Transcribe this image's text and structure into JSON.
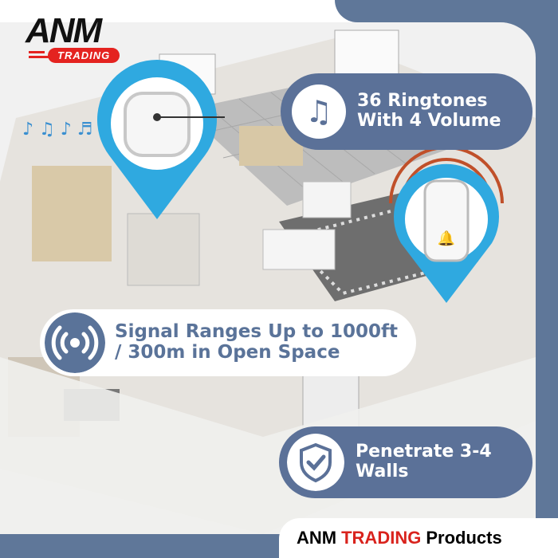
{
  "logo": {
    "brand": "ANM",
    "sub": "TRADING"
  },
  "features": [
    {
      "icon": "music-note-icon",
      "text_line1": "36 Ringtones",
      "text_line2": "With 4 Volume"
    },
    {
      "icon": "wireless-signal-icon",
      "text_line1": "Signal Ranges Up to 1000ft",
      "text_line2": "/ 300m in Open Space"
    },
    {
      "icon": "shield-check-icon",
      "text_line1": "Penetrate 3-4",
      "text_line2": "Walls"
    }
  ],
  "footer": {
    "part1": "ANM",
    "part2": "TRADING",
    "part3": "Products"
  },
  "colors": {
    "frame": "#5f7799",
    "pill": "#5b7198",
    "accent_red": "#e42320",
    "pin_blue": "#2fa9e0"
  }
}
